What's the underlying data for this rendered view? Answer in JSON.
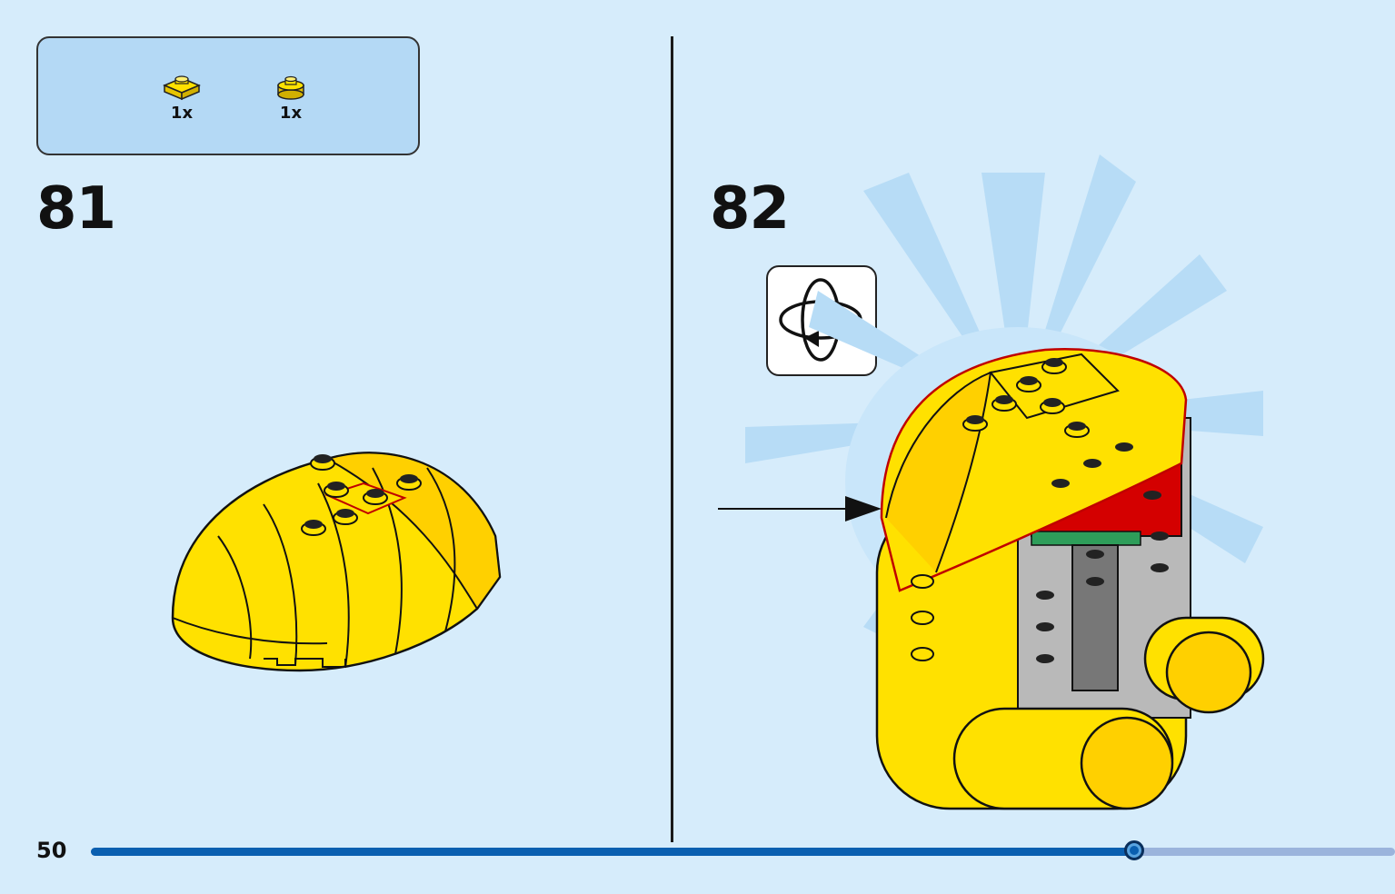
{
  "parts_callout": {
    "items": [
      {
        "name": "yellow-plate-1x1-icon",
        "qty": "1x"
      },
      {
        "name": "yellow-round-plate-1x1-icon",
        "qty": "1x"
      }
    ]
  },
  "steps": [
    {
      "number": "81"
    },
    {
      "number": "82"
    }
  ],
  "rotate_icon": "rotate-model-icon",
  "footer": {
    "page_number": "50",
    "progress": 0.8
  },
  "colors": {
    "background": "#d6ecfb",
    "brick_yellow": "#ffe100",
    "progress": "#0a5fb0"
  }
}
